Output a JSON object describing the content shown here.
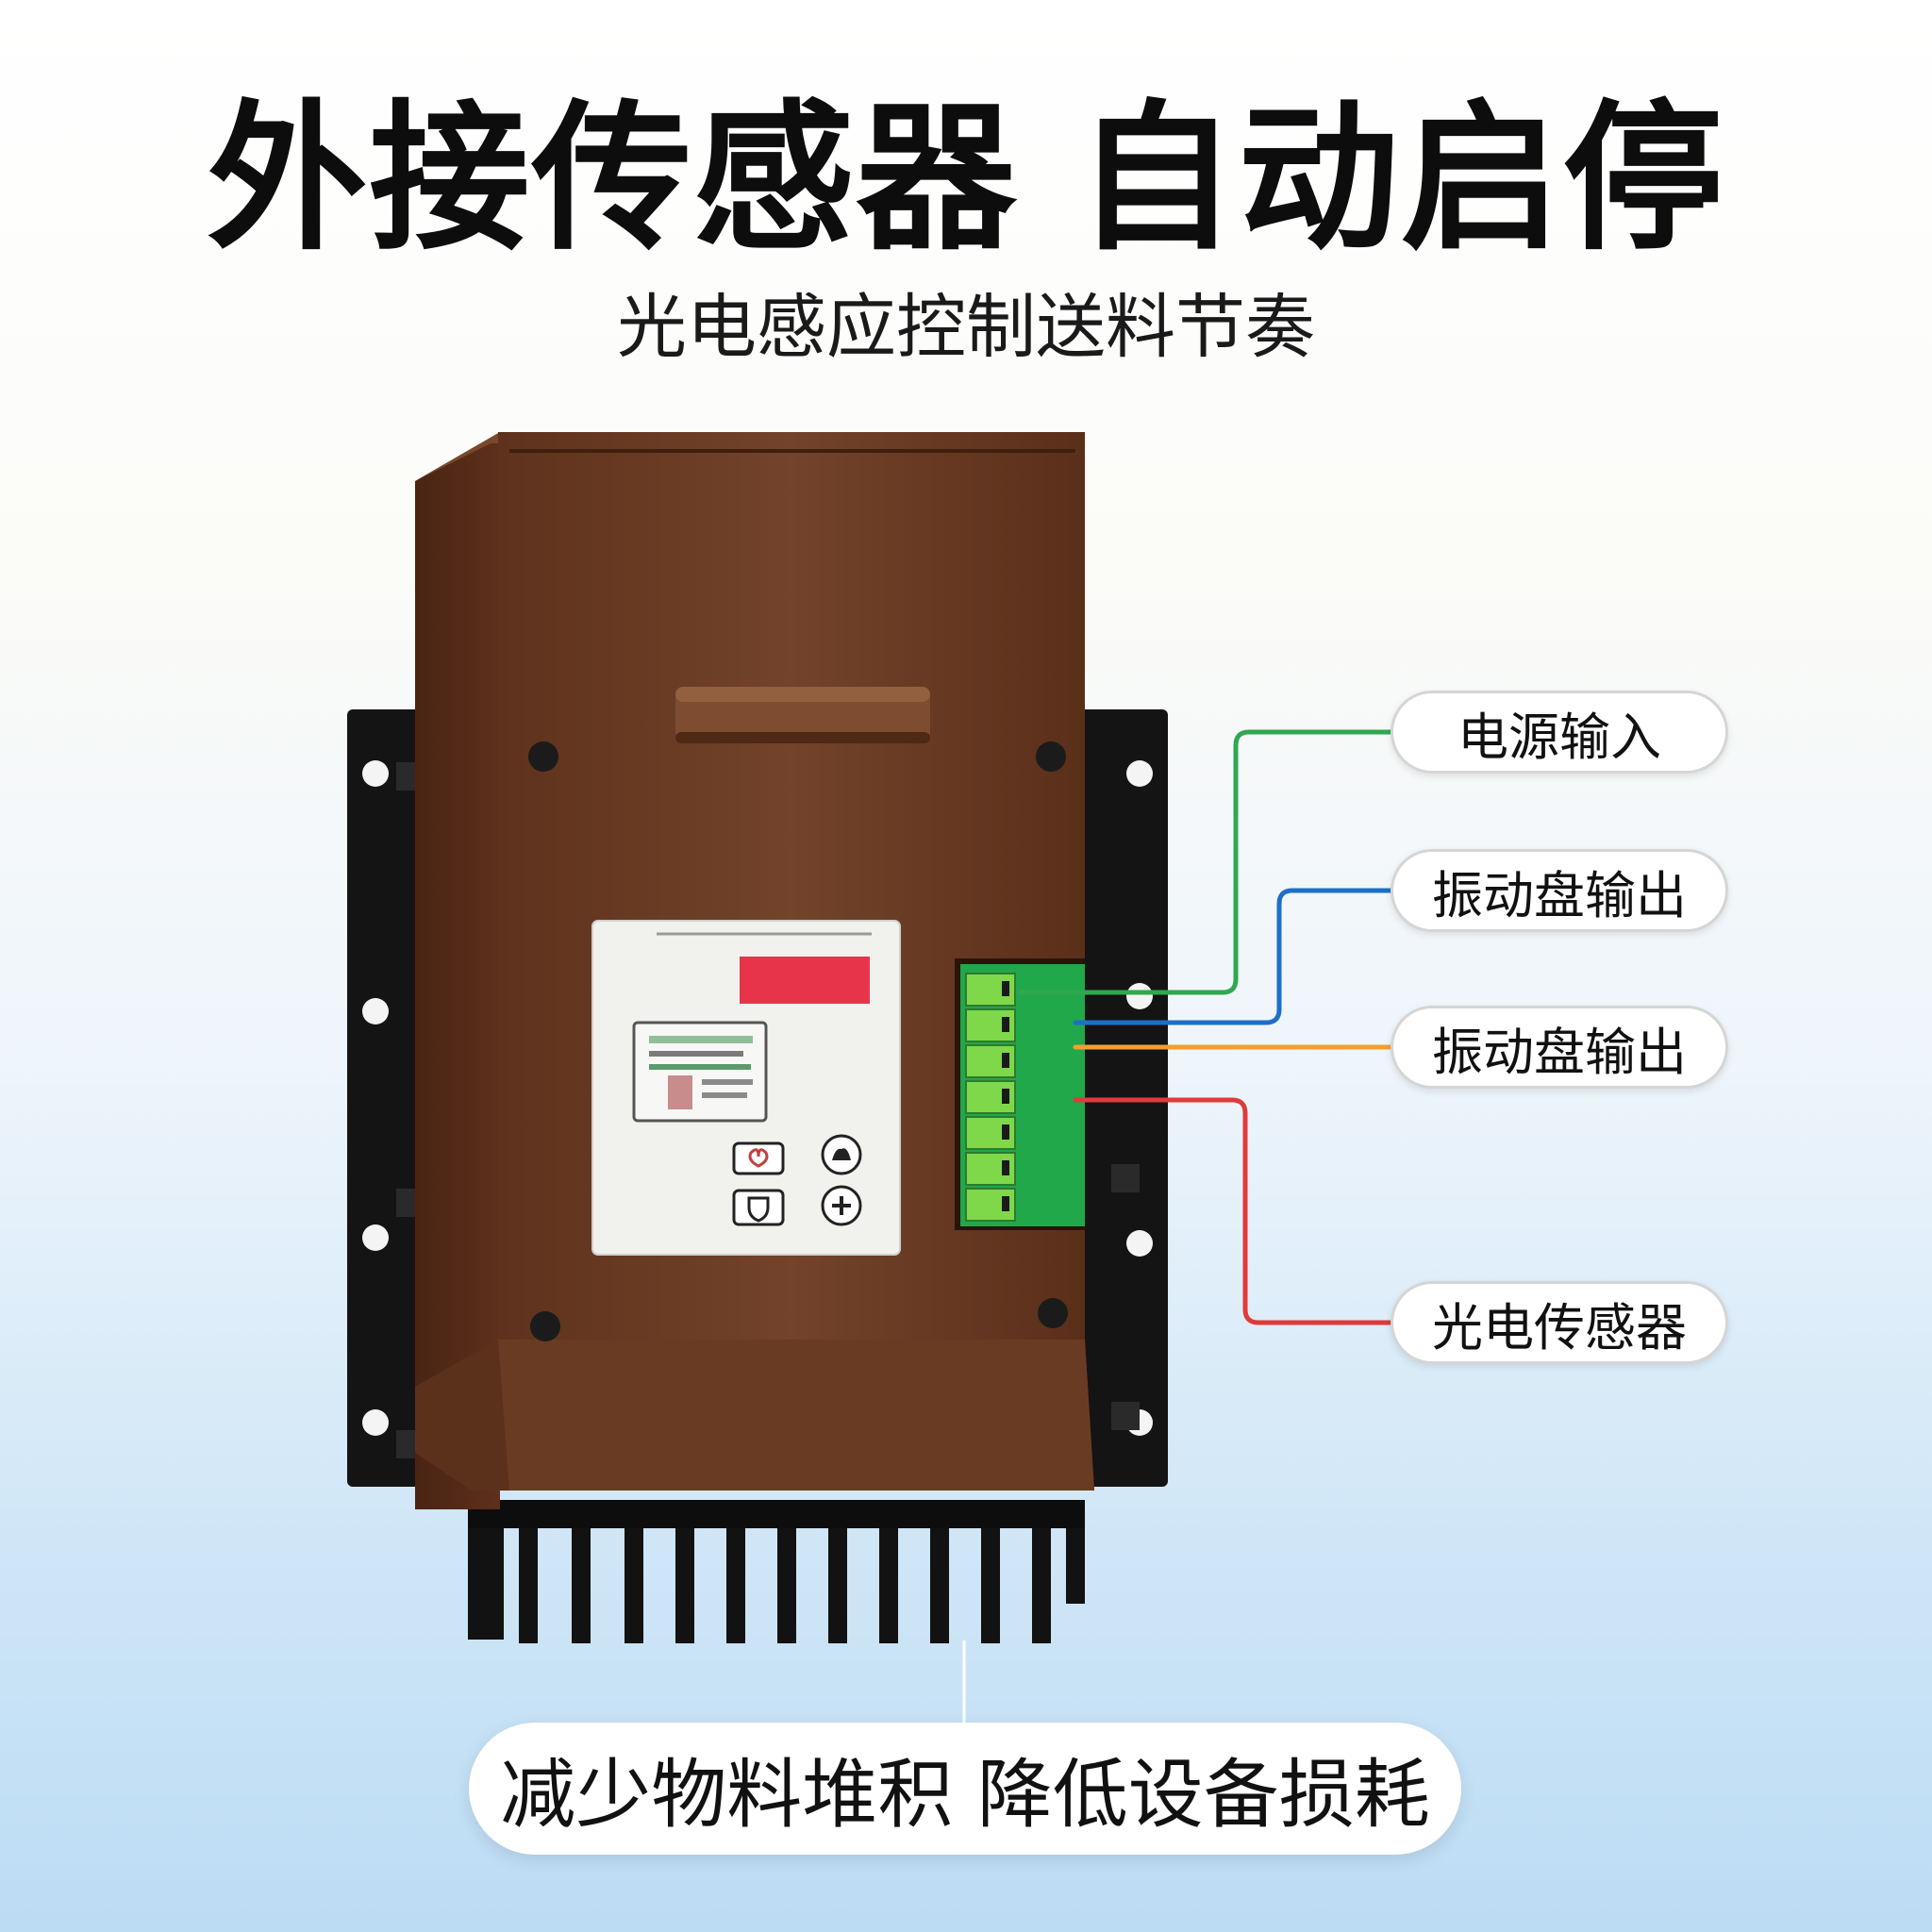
{
  "title": "外接传感器 自动启停",
  "subtitle": "光电感应控制送料节奏",
  "callouts": [
    {
      "label": "电源输入",
      "color": "#2fa84f"
    },
    {
      "label": "振动盘输出",
      "color": "#1e6fc9"
    },
    {
      "label": "振动盘输出",
      "color": "#f0a030"
    },
    {
      "label": "光电传感器",
      "color": "#e03a3a"
    }
  ],
  "bottom_banner": "减少物料堆积 降低设备损耗",
  "colors": {
    "housing": "#6b3b22",
    "heatsink": "#141414",
    "terminal": "#3cb043",
    "display": "#e8344a"
  },
  "icons": [
    "screw-icon",
    "heart-button-icon",
    "shield-button-icon",
    "hand-button-icon",
    "plus-button-icon"
  ]
}
